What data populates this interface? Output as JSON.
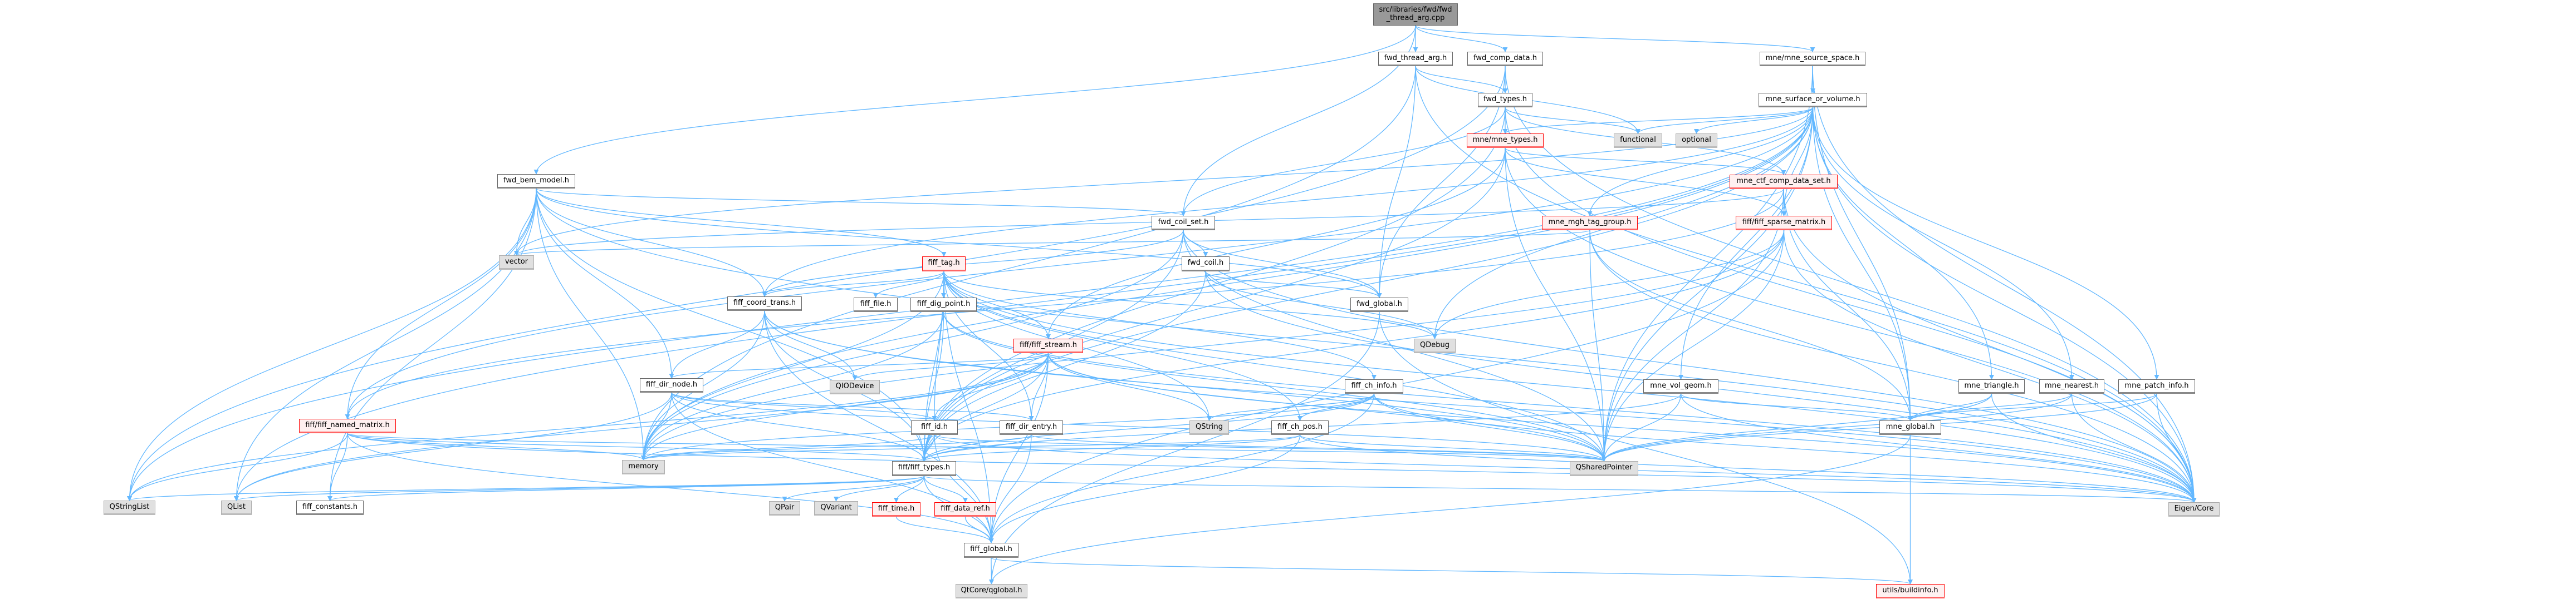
{
  "graph": {
    "title": "src/libraries/fwd/fwd_thread_arg.cpp include dependency graph",
    "edge_color": "#63b8ff",
    "nodes": {
      "root": {
        "label": "src/libraries/fwd/fwd\n_thread_arg.cpp",
        "style": "root"
      },
      "fwd_thread_arg": {
        "label": "fwd_thread_arg.h",
        "style": "default"
      },
      "fwd_comp_data": {
        "label": "fwd_comp_data.h",
        "style": "default"
      },
      "mne_source_space": {
        "label": "mne/mne_source_space.h",
        "style": "default"
      },
      "fwd_types": {
        "label": "fwd_types.h",
        "style": "default"
      },
      "mne_surface_or_volume": {
        "label": "mne_surface_or_volume.h",
        "style": "default"
      },
      "mne_types": {
        "label": "mne/mne_types.h",
        "style": "red"
      },
      "functional": {
        "label": "functional",
        "style": "gray"
      },
      "optional": {
        "label": "optional",
        "style": "gray"
      },
      "fwd_bem_model": {
        "label": "fwd_bem_model.h",
        "style": "default"
      },
      "mne_ctf_comp_data_set": {
        "label": "mne_ctf_comp_data_set.h",
        "style": "red"
      },
      "fwd_coil_set": {
        "label": "fwd_coil_set.h",
        "style": "default"
      },
      "mne_mgh_tag_group": {
        "label": "mne_mgh_tag_group.h",
        "style": "red"
      },
      "fiff_sparse_matrix": {
        "label": "fiff/fiff_sparse_matrix.h",
        "style": "red"
      },
      "vector": {
        "label": "vector",
        "style": "gray"
      },
      "fiff_tag": {
        "label": "fiff_tag.h",
        "style": "red"
      },
      "fwd_coil": {
        "label": "fwd_coil.h",
        "style": "default"
      },
      "fiff_coord_trans": {
        "label": "fiff_coord_trans.h",
        "style": "default"
      },
      "fiff_file": {
        "label": "fiff_file.h",
        "style": "default"
      },
      "fiff_dig_point": {
        "label": "fiff_dig_point.h",
        "style": "default"
      },
      "fwd_global": {
        "label": "fwd_global.h",
        "style": "default"
      },
      "QDebug": {
        "label": "QDebug",
        "style": "gray"
      },
      "fiff_stream": {
        "label": "fiff/fiff_stream.h",
        "style": "red"
      },
      "fiff_dir_node": {
        "label": "fiff_dir_node.h",
        "style": "default"
      },
      "QIODevice": {
        "label": "QIODevice",
        "style": "gray"
      },
      "fiff_ch_info": {
        "label": "fiff_ch_info.h",
        "style": "default"
      },
      "mne_vol_geom": {
        "label": "mne_vol_geom.h",
        "style": "default"
      },
      "mne_triangle": {
        "label": "mne_triangle.h",
        "style": "default"
      },
      "mne_nearest": {
        "label": "mne_nearest.h",
        "style": "default"
      },
      "mne_patch_info": {
        "label": "mne_patch_info.h",
        "style": "default"
      },
      "fiff_named_matrix": {
        "label": "fiff/fiff_named_matrix.h",
        "style": "red"
      },
      "fiff_id": {
        "label": "fiff_id.h",
        "style": "default"
      },
      "fiff_dir_entry": {
        "label": "fiff_dir_entry.h",
        "style": "default"
      },
      "QString": {
        "label": "QString",
        "style": "gray"
      },
      "fiff_ch_pos": {
        "label": "fiff_ch_pos.h",
        "style": "default"
      },
      "mne_global": {
        "label": "mne_global.h",
        "style": "default"
      },
      "memory": {
        "label": "memory",
        "style": "gray"
      },
      "fiff_types": {
        "label": "fiff/fiff_types.h",
        "style": "default"
      },
      "QSharedPointer": {
        "label": "QSharedPointer",
        "style": "gray"
      },
      "QStringList": {
        "label": "QStringList",
        "style": "gray"
      },
      "QList": {
        "label": "QList",
        "style": "gray"
      },
      "fiff_constants": {
        "label": "fiff_constants.h",
        "style": "default"
      },
      "QPair": {
        "label": "QPair",
        "style": "gray"
      },
      "QVariant": {
        "label": "QVariant",
        "style": "gray"
      },
      "fiff_time": {
        "label": "fiff_time.h",
        "style": "red"
      },
      "fiff_data_ref": {
        "label": "fiff_data_ref.h",
        "style": "red"
      },
      "Eigen_Core": {
        "label": "Eigen/Core",
        "style": "gray"
      },
      "fiff_global": {
        "label": "fiff_global.h",
        "style": "default"
      },
      "QtCore_qglobal": {
        "label": "QtCore/qglobal.h",
        "style": "gray"
      },
      "utils_buildinfo": {
        "label": "utils/buildinfo.h",
        "style": "red"
      }
    },
    "edges": [
      [
        "root",
        "fwd_thread_arg"
      ],
      [
        "root",
        "fwd_comp_data"
      ],
      [
        "root",
        "mne_source_space"
      ],
      [
        "root",
        "fwd_coil_set"
      ],
      [
        "root",
        "fwd_bem_model"
      ],
      [
        "fwd_thread_arg",
        "fwd_types"
      ],
      [
        "fwd_thread_arg",
        "fwd_global"
      ],
      [
        "fwd_thread_arg",
        "memory"
      ],
      [
        "fwd_thread_arg",
        "functional"
      ],
      [
        "fwd_thread_arg",
        "Eigen_Core"
      ],
      [
        "fwd_comp_data",
        "fwd_types"
      ],
      [
        "fwd_comp_data",
        "fwd_global"
      ],
      [
        "fwd_comp_data",
        "Eigen_Core"
      ],
      [
        "fwd_comp_data",
        "QStringList"
      ],
      [
        "mne_source_space",
        "mne_surface_or_volume"
      ],
      [
        "mne_source_space",
        "mne_global"
      ],
      [
        "mne_source_space",
        "Eigen_Core"
      ],
      [
        "mne_source_space",
        "QSharedPointer"
      ],
      [
        "fwd_types",
        "mne_types"
      ],
      [
        "fwd_types",
        "functional"
      ],
      [
        "fwd_types",
        "fwd_coil_set"
      ],
      [
        "fwd_types",
        "fiff_types"
      ],
      [
        "fwd_types",
        "Eigen_Core"
      ],
      [
        "fwd_types",
        "mne_ctf_comp_data_set"
      ],
      [
        "mne_surface_or_volume",
        "mne_types"
      ],
      [
        "mne_surface_or_volume",
        "optional"
      ],
      [
        "mne_surface_or_volume",
        "fiff_sparse_matrix"
      ],
      [
        "mne_surface_or_volume",
        "mne_mgh_tag_group"
      ],
      [
        "mne_surface_or_volume",
        "mne_vol_geom"
      ],
      [
        "mne_surface_or_volume",
        "mne_triangle"
      ],
      [
        "mne_surface_or_volume",
        "mne_nearest"
      ],
      [
        "mne_surface_or_volume",
        "mne_patch_info"
      ],
      [
        "mne_surface_or_volume",
        "mne_global"
      ],
      [
        "mne_surface_or_volume",
        "Eigen_Core"
      ],
      [
        "mne_surface_or_volume",
        "QSharedPointer"
      ],
      [
        "mne_surface_or_volume",
        "QDebug"
      ],
      [
        "mne_surface_or_volume",
        "fiff_types"
      ],
      [
        "mne_surface_or_volume",
        "fiff_coord_trans"
      ],
      [
        "mne_surface_or_volume",
        "fiff_named_matrix"
      ],
      [
        "mne_surface_or_volume",
        "vector"
      ],
      [
        "mne_surface_or_volume",
        "QStringList"
      ],
      [
        "mne_surface_or_volume",
        "QList"
      ],
      [
        "mne_surface_or_volume",
        "memory"
      ],
      [
        "mne_surface_or_volume",
        "functional"
      ],
      [
        "mne_types",
        "mne_ctf_comp_data_set"
      ],
      [
        "mne_types",
        "fiff_sparse_matrix"
      ],
      [
        "mne_types",
        "QSharedPointer"
      ],
      [
        "mne_types",
        "fiff_types"
      ],
      [
        "mne_types",
        "fiff_stream"
      ],
      [
        "mne_types",
        "Eigen_Core"
      ],
      [
        "fwd_bem_model",
        "vector"
      ],
      [
        "fwd_bem_model",
        "fwd_coil_set"
      ],
      [
        "fwd_bem_model",
        "fiff_tag"
      ],
      [
        "fwd_bem_model",
        "fiff_coord_trans"
      ],
      [
        "fwd_bem_model",
        "fiff_named_matrix"
      ],
      [
        "fwd_bem_model",
        "memory"
      ],
      [
        "fwd_bem_model",
        "QStringList"
      ],
      [
        "fwd_bem_model",
        "QList"
      ],
      [
        "fwd_bem_model",
        "fiff_types"
      ],
      [
        "fwd_bem_model",
        "Eigen_Core"
      ],
      [
        "fwd_bem_model",
        "fiff_dir_node"
      ],
      [
        "fwd_bem_model",
        "fwd_global"
      ],
      [
        "fwd_bem_model",
        "fiff_constants"
      ],
      [
        "mne_ctf_comp_data_set",
        "fiff_sparse_matrix"
      ],
      [
        "mne_ctf_comp_data_set",
        "mne_global"
      ],
      [
        "mne_ctf_comp_data_set",
        "QSharedPointer"
      ],
      [
        "mne_ctf_comp_data_set",
        "Eigen_Core"
      ],
      [
        "mne_ctf_comp_data_set",
        "fiff_named_matrix"
      ],
      [
        "mne_ctf_comp_data_set",
        "vector"
      ],
      [
        "fwd_coil_set",
        "fwd_coil"
      ],
      [
        "fwd_coil_set",
        "fwd_global"
      ],
      [
        "fwd_coil_set",
        "fiff_coord_trans"
      ],
      [
        "fwd_coil_set",
        "fiff_types"
      ],
      [
        "fwd_coil_set",
        "Eigen_Core"
      ],
      [
        "fwd_coil_set",
        "QSharedPointer"
      ],
      [
        "fwd_coil_set",
        "memory"
      ],
      [
        "mne_mgh_tag_group",
        "QSharedPointer"
      ],
      [
        "mne_mgh_tag_group",
        "mne_global"
      ],
      [
        "mne_mgh_tag_group",
        "vector"
      ],
      [
        "mne_mgh_tag_group",
        "Eigen_Core"
      ],
      [
        "fiff_sparse_matrix",
        "QSharedPointer"
      ],
      [
        "fiff_sparse_matrix",
        "fiff_types"
      ],
      [
        "fiff_sparse_matrix",
        "Eigen_Core"
      ],
      [
        "fiff_sparse_matrix",
        "QDebug"
      ],
      [
        "fiff_sparse_matrix",
        "memory"
      ],
      [
        "fiff_sparse_matrix",
        "fiff_global"
      ],
      [
        "fiff_tag",
        "fiff_file"
      ],
      [
        "fiff_tag",
        "fiff_dig_point"
      ],
      [
        "fiff_tag",
        "fiff_coord_trans"
      ],
      [
        "fiff_tag",
        "fiff_id"
      ],
      [
        "fiff_tag",
        "fiff_dir_entry"
      ],
      [
        "fiff_tag",
        "fiff_ch_info"
      ],
      [
        "fiff_tag",
        "fiff_ch_pos"
      ],
      [
        "fiff_tag",
        "QString"
      ],
      [
        "fiff_tag",
        "QDebug"
      ],
      [
        "fiff_tag",
        "QSharedPointer"
      ],
      [
        "fiff_tag",
        "Eigen_Core"
      ],
      [
        "fiff_tag",
        "memory"
      ],
      [
        "fiff_tag",
        "fiff_types"
      ],
      [
        "fiff_tag",
        "fiff_global"
      ],
      [
        "fiff_tag",
        "fiff_stream"
      ],
      [
        "fwd_coil",
        "fwd_global"
      ],
      [
        "fwd_coil",
        "fiff_types"
      ],
      [
        "fwd_coil",
        "Eigen_Core"
      ],
      [
        "fwd_coil",
        "QDebug"
      ],
      [
        "fiff_coord_trans",
        "fiff_dir_node"
      ],
      [
        "fiff_coord_trans",
        "fiff_types"
      ],
      [
        "fiff_coord_trans",
        "QIODevice"
      ],
      [
        "fiff_coord_trans",
        "memory"
      ],
      [
        "fiff_coord_trans",
        "QSharedPointer"
      ],
      [
        "fiff_coord_trans",
        "Eigen_Core"
      ],
      [
        "fiff_coord_trans",
        "fiff_global"
      ],
      [
        "fiff_dig_point",
        "fiff_types"
      ],
      [
        "fiff_dig_point",
        "QSharedPointer"
      ],
      [
        "fiff_dig_point",
        "Eigen_Core"
      ],
      [
        "fiff_dig_point",
        "memory"
      ],
      [
        "fwd_global",
        "QtCore_qglobal"
      ],
      [
        "fwd_global",
        "utils_buildinfo"
      ],
      [
        "fiff_stream",
        "fiff_dir_node"
      ],
      [
        "fiff_stream",
        "QIODevice"
      ],
      [
        "fiff_stream",
        "fiff_id"
      ],
      [
        "fiff_stream",
        "fiff_dir_entry"
      ],
      [
        "fiff_stream",
        "fiff_types"
      ],
      [
        "fiff_stream",
        "QString"
      ],
      [
        "fiff_stream",
        "QStringList"
      ],
      [
        "fiff_stream",
        "QList"
      ],
      [
        "fiff_stream",
        "memory"
      ],
      [
        "fiff_stream",
        "QSharedPointer"
      ],
      [
        "fiff_stream",
        "Eigen_Core"
      ],
      [
        "fiff_stream",
        "fiff_global"
      ],
      [
        "fiff_dir_node",
        "fiff_id"
      ],
      [
        "fiff_dir_node",
        "fiff_dir_entry"
      ],
      [
        "fiff_dir_node",
        "memory"
      ],
      [
        "fiff_dir_node",
        "fiff_types"
      ],
      [
        "fiff_dir_node",
        "QSharedPointer"
      ],
      [
        "fiff_dir_node",
        "QList"
      ],
      [
        "fiff_dir_node",
        "fiff_global"
      ],
      [
        "fiff_ch_info",
        "fiff_ch_pos"
      ],
      [
        "fiff_ch_info",
        "QString"
      ],
      [
        "fiff_ch_info",
        "fiff_types"
      ],
      [
        "fiff_ch_info",
        "Eigen_Core"
      ],
      [
        "fiff_ch_info",
        "fiff_global"
      ],
      [
        "fiff_ch_info",
        "QSharedPointer"
      ],
      [
        "fiff_ch_info",
        "memory"
      ],
      [
        "mne_vol_geom",
        "mne_global"
      ],
      [
        "mne_vol_geom",
        "QSharedPointer"
      ],
      [
        "mne_vol_geom",
        "Eigen_Core"
      ],
      [
        "mne_vol_geom",
        "fiff_types"
      ],
      [
        "mne_triangle",
        "mne_global"
      ],
      [
        "mne_triangle",
        "QSharedPointer"
      ],
      [
        "mne_triangle",
        "Eigen_Core"
      ],
      [
        "mne_nearest",
        "mne_global"
      ],
      [
        "mne_nearest",
        "QSharedPointer"
      ],
      [
        "mne_nearest",
        "Eigen_Core"
      ],
      [
        "mne_patch_info",
        "mne_global"
      ],
      [
        "mne_patch_info",
        "QSharedPointer"
      ],
      [
        "mne_patch_info",
        "Eigen_Core"
      ],
      [
        "fiff_named_matrix",
        "QStringList"
      ],
      [
        "fiff_named_matrix",
        "fiff_constants"
      ],
      [
        "fiff_named_matrix",
        "memory"
      ],
      [
        "fiff_named_matrix",
        "fiff_types"
      ],
      [
        "fiff_named_matrix",
        "fiff_global"
      ],
      [
        "fiff_named_matrix",
        "QSharedPointer"
      ],
      [
        "fiff_named_matrix",
        "Eigen_Core"
      ],
      [
        "fiff_id",
        "fiff_types"
      ],
      [
        "fiff_id",
        "fiff_global"
      ],
      [
        "fiff_id",
        "QSharedPointer"
      ],
      [
        "fiff_id",
        "memory"
      ],
      [
        "fiff_id",
        "Eigen_Core"
      ],
      [
        "fiff_dir_entry",
        "fiff_types"
      ],
      [
        "fiff_dir_entry",
        "fiff_global"
      ],
      [
        "fiff_dir_entry",
        "QSharedPointer"
      ],
      [
        "fiff_dir_entry",
        "memory"
      ],
      [
        "fiff_ch_pos",
        "fiff_types"
      ],
      [
        "fiff_ch_pos",
        "fiff_global"
      ],
      [
        "fiff_ch_pos",
        "Eigen_Core"
      ],
      [
        "fiff_ch_pos",
        "memory"
      ],
      [
        "fiff_ch_pos",
        "QSharedPointer"
      ],
      [
        "mne_global",
        "utils_buildinfo"
      ],
      [
        "mne_global",
        "QtCore_qglobal"
      ],
      [
        "fiff_types",
        "QStringList"
      ],
      [
        "fiff_types",
        "QList"
      ],
      [
        "fiff_types",
        "fiff_constants"
      ],
      [
        "fiff_types",
        "QPair"
      ],
      [
        "fiff_types",
        "QVariant"
      ],
      [
        "fiff_types",
        "fiff_time"
      ],
      [
        "fiff_types",
        "fiff_data_ref"
      ],
      [
        "fiff_types",
        "fiff_global"
      ],
      [
        "fiff_types",
        "Eigen_Core"
      ],
      [
        "fiff_time",
        "fiff_global"
      ],
      [
        "fiff_data_ref",
        "fiff_global"
      ],
      [
        "fiff_global",
        "QtCore_qglobal"
      ],
      [
        "fiff_global",
        "utils_buildinfo"
      ]
    ]
  }
}
